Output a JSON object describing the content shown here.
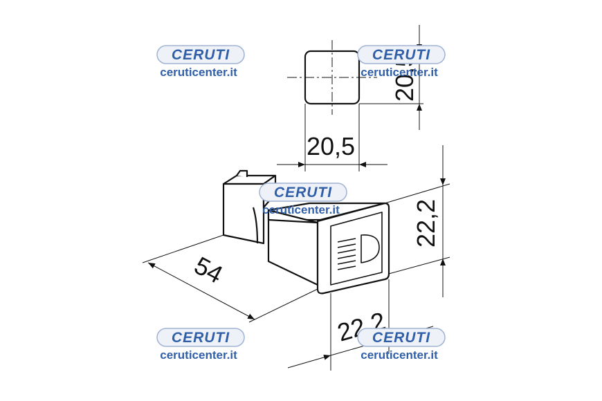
{
  "dimensions": {
    "top_width": "20,5",
    "top_height": "20,5",
    "front_height": "22,2",
    "length": "54",
    "front_width": "22,2"
  },
  "watermarks": [
    {
      "brand": "CERUTI",
      "url": "ceruticenter.it"
    },
    {
      "brand": "CERUTI",
      "url": "ceruticenter.it"
    },
    {
      "brand": "CERUTI",
      "url": "ceruticenter.it"
    },
    {
      "brand": "CERUTI",
      "url": "ceruticenter.it"
    },
    {
      "brand": "CERUTI",
      "url": "ceruticenter.it"
    }
  ],
  "colors": {
    "line": "#111111",
    "watermark": "#2f5fa8"
  },
  "icons": {
    "front_symbol": "headlight-icon"
  }
}
